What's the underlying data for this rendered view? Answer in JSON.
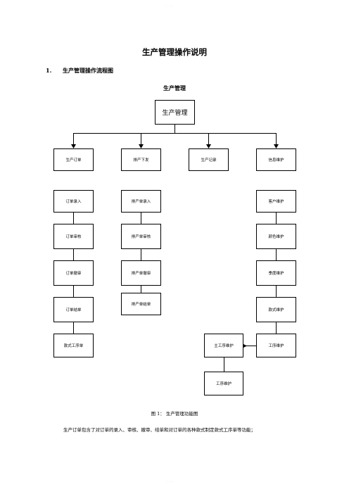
{
  "page": {
    "top_mark": "· · ·",
    "bottom_mark": "· · ·",
    "title": "生产管理操作说明",
    "section_number": "1.",
    "section_title": "生产管理操作流程图",
    "chart_title": "生产管理",
    "caption": "图 1： 生产管理功能图",
    "paragraph": "生产订单包含了对订单的录入、审核、撤审、结单和对订单的各种款式制定款式工序单等功能；"
  },
  "diagram": {
    "root": "生产管理",
    "level1": [
      "生产订单",
      "排产下发",
      "生产记录",
      "信息维护"
    ],
    "col_order": [
      "订单录入",
      "订单审核",
      "订单撤审",
      "订单结单",
      "款式工序单"
    ],
    "col_schedule": [
      "排产单录入",
      "排产单审核",
      "排产单撤审",
      "排产单结单"
    ],
    "col_info": [
      "客户维护",
      "颜色维护",
      "季度维护",
      "款式维护",
      "工序维护"
    ],
    "main_process": "主工序维护",
    "process_maint": "工序维护"
  }
}
